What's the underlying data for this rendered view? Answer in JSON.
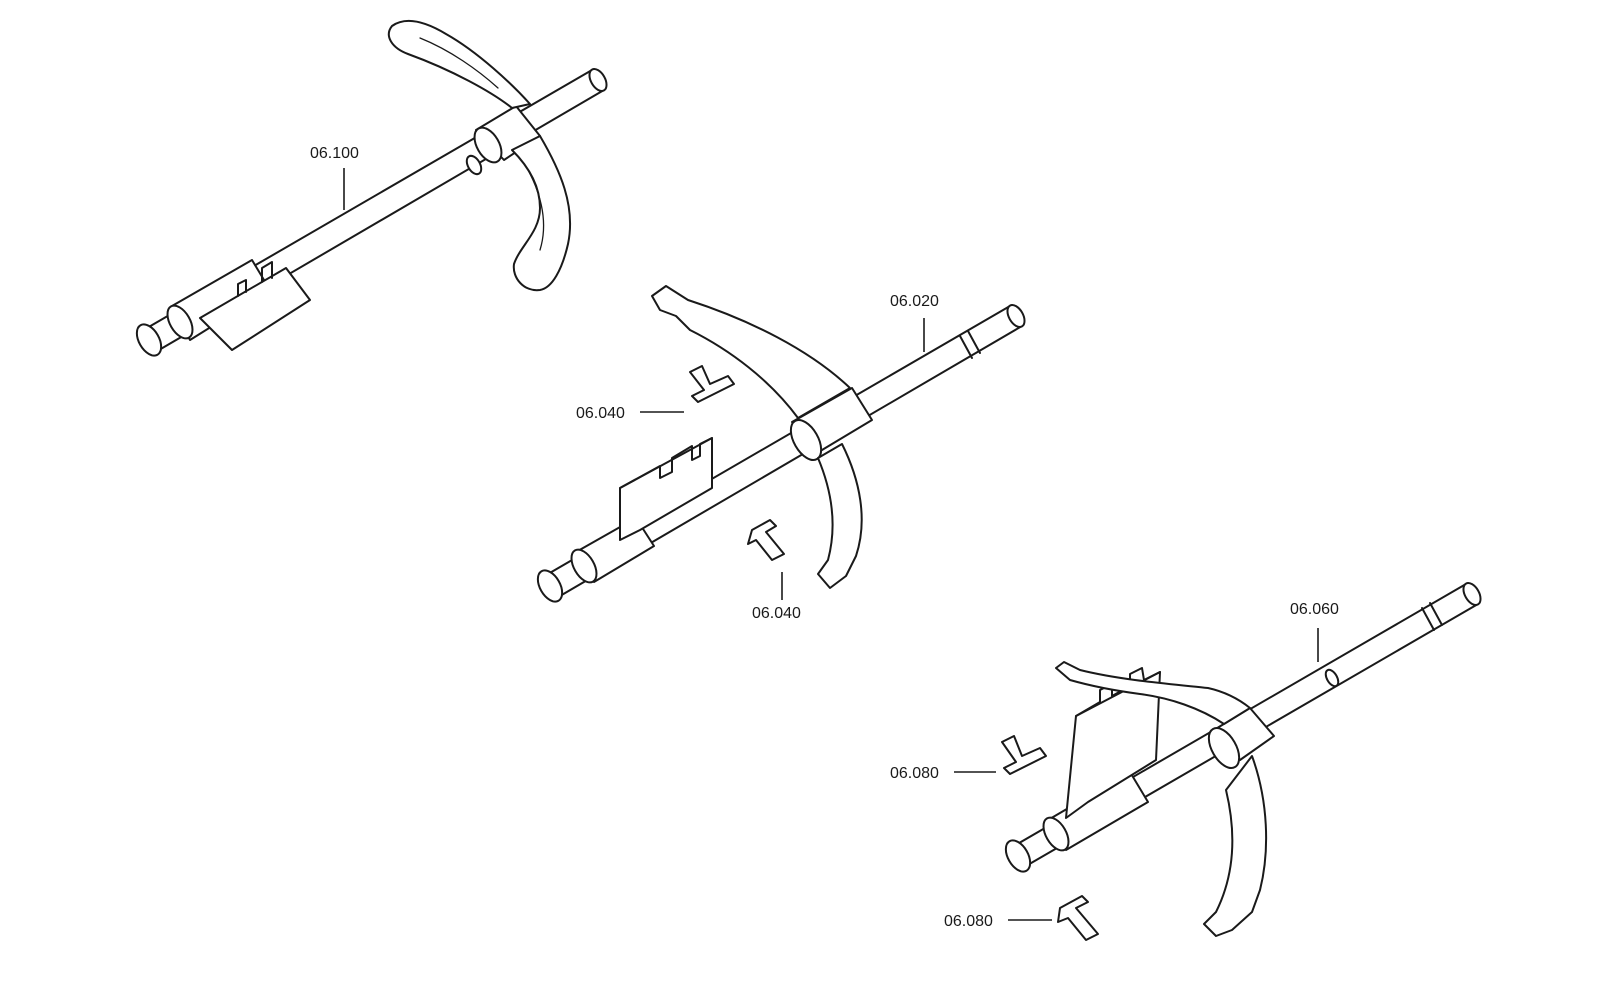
{
  "labels": {
    "rail_1": "06.100",
    "rail_2": "06.020",
    "pin_2a": "06.040",
    "pin_2b": "06.040",
    "rail_3": "06.060",
    "pin_3a": "06.080",
    "pin_3b": "06.080"
  },
  "colors": {
    "line": "#1a1a1a",
    "background": "#ffffff"
  }
}
